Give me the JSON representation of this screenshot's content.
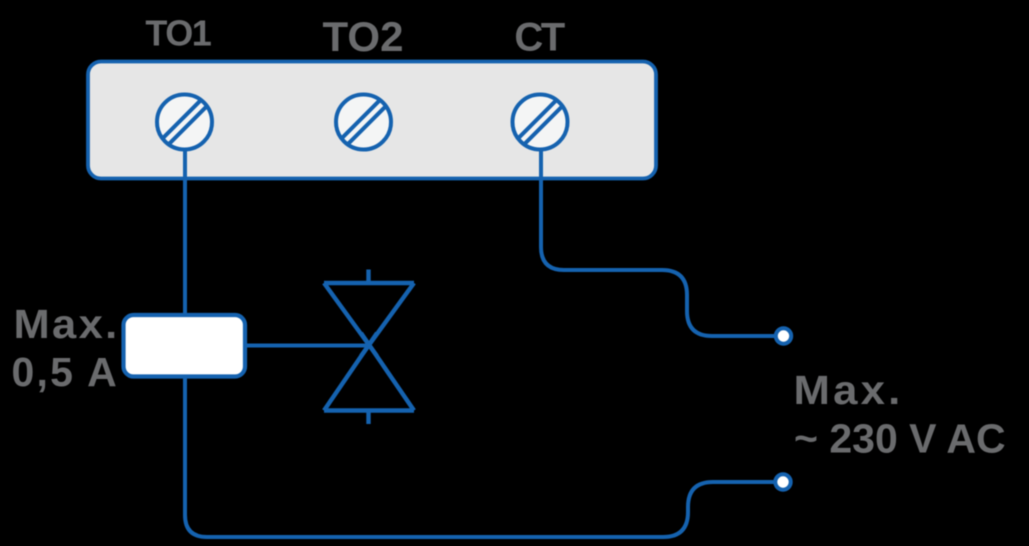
{
  "diagram": {
    "terminal_block": {
      "terminals": [
        {
          "id": "TO1",
          "label": "TO1"
        },
        {
          "id": "TO2",
          "label": "TO2"
        },
        {
          "id": "CT",
          "label": "CT"
        }
      ]
    },
    "contact_rating_label": {
      "line1": "Max.",
      "line2": "0,5 A"
    },
    "supply_rating_label": {
      "line1": "Max.",
      "line2": "~ 230 V AC"
    }
  },
  "colors": {
    "background": "#000000",
    "wire_blue": "#1562af",
    "label_gray": "#6a6b6d",
    "block_fill": "#e6e6e6",
    "screw_fill": "#f4f5f5",
    "contact_fill": "#ffffff"
  }
}
